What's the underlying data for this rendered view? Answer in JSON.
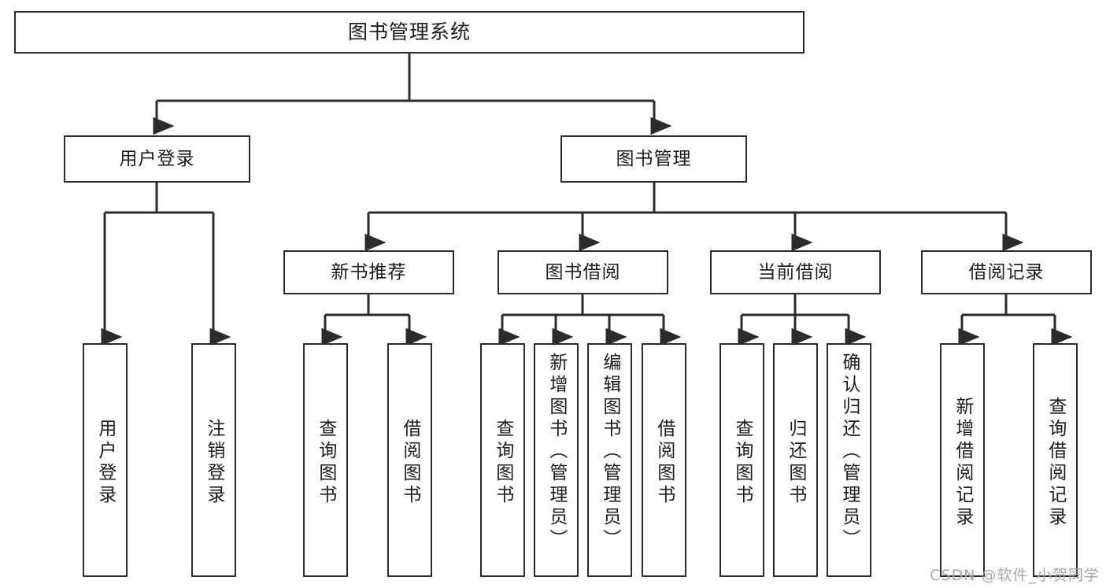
{
  "diagram": {
    "title": "图书管理系统",
    "type": "tree-hierarchy",
    "watermark": "CSDN @软件_小贺同学",
    "colors": {
      "stroke": "#2b2b2b",
      "text": "#1c1c1c",
      "background": "#ffffff",
      "watermark": "#a8a8a8"
    }
  },
  "nodes": {
    "root": {
      "label": "图书管理系统"
    },
    "level1": [
      {
        "id": "user-login",
        "label": "用户登录"
      },
      {
        "id": "book-manage",
        "label": "图书管理"
      }
    ],
    "level2": [
      {
        "id": "new-book-recommend",
        "label": "新书推荐",
        "parent": "book-manage"
      },
      {
        "id": "book-borrow",
        "label": "图书借阅",
        "parent": "book-manage"
      },
      {
        "id": "current-borrow",
        "label": "当前借阅",
        "parent": "book-manage"
      },
      {
        "id": "borrow-record",
        "label": "借阅记录",
        "parent": "book-manage"
      }
    ],
    "leaves": [
      {
        "id": "leaf-user-login",
        "label": "用户登录",
        "parent": "user-login"
      },
      {
        "id": "leaf-user-logout",
        "label": "注销登录",
        "parent": "user-login"
      },
      {
        "id": "leaf-query-book-1",
        "label": "查询图书",
        "parent": "new-book-recommend"
      },
      {
        "id": "leaf-borrow-book-1",
        "label": "借阅图书",
        "parent": "new-book-recommend"
      },
      {
        "id": "leaf-query-book-2",
        "label": "查询图书",
        "parent": "book-borrow"
      },
      {
        "id": "leaf-add-book",
        "label": "新增图书（管理员）",
        "parent": "book-borrow"
      },
      {
        "id": "leaf-edit-book",
        "label": "编辑图书（管理员）",
        "parent": "book-borrow"
      },
      {
        "id": "leaf-borrow-book-2",
        "label": "借阅图书",
        "parent": "book-borrow"
      },
      {
        "id": "leaf-query-book-3",
        "label": "查询图书",
        "parent": "current-borrow"
      },
      {
        "id": "leaf-return-book",
        "label": "归还图书",
        "parent": "current-borrow"
      },
      {
        "id": "leaf-confirm-return",
        "label": "确认归还（管理员）",
        "parent": "current-borrow"
      },
      {
        "id": "leaf-add-record",
        "label": "新增借阅记录",
        "parent": "borrow-record"
      },
      {
        "id": "leaf-query-record",
        "label": "查询借阅记录",
        "parent": "borrow-record"
      }
    ]
  }
}
